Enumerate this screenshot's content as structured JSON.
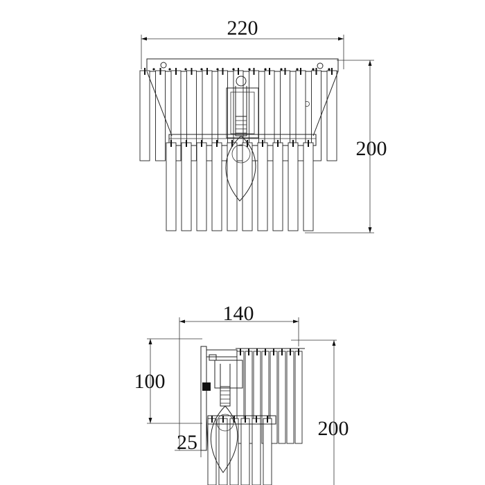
{
  "front_view": {
    "width_label": "220",
    "height_label": "200"
  },
  "side_view": {
    "width_label": "140",
    "backplate_label": "100",
    "wall_offset_label": "25",
    "height_label": "200"
  },
  "colors": {
    "line": "#222222",
    "background": "#ffffff"
  }
}
